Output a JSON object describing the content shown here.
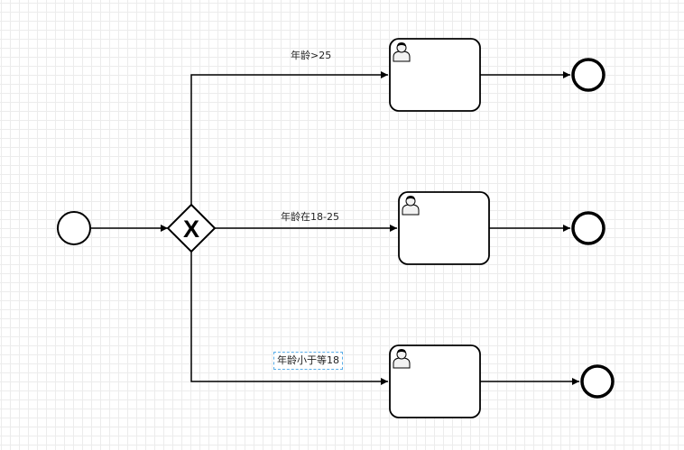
{
  "diagram": {
    "type": "bpmn-process",
    "gateway_type": "exclusive",
    "gateway_symbol": "X",
    "flows": [
      {
        "id": "flow-top",
        "label": "年龄>25",
        "target": "user-task-1"
      },
      {
        "id": "flow-middle",
        "label": "年龄在18-25",
        "target": "user-task-2"
      },
      {
        "id": "flow-bottom",
        "label": "年龄小于等18",
        "target": "user-task-3",
        "selected": true
      }
    ],
    "tasks": [
      {
        "id": "user-task-1",
        "icon": "user-icon",
        "label": ""
      },
      {
        "id": "user-task-2",
        "icon": "user-icon",
        "label": ""
      },
      {
        "id": "user-task-3",
        "icon": "user-icon",
        "label": ""
      }
    ],
    "colors": {
      "stroke": "#000000",
      "grid": "#ececec",
      "selection": "#5aaee8"
    }
  }
}
